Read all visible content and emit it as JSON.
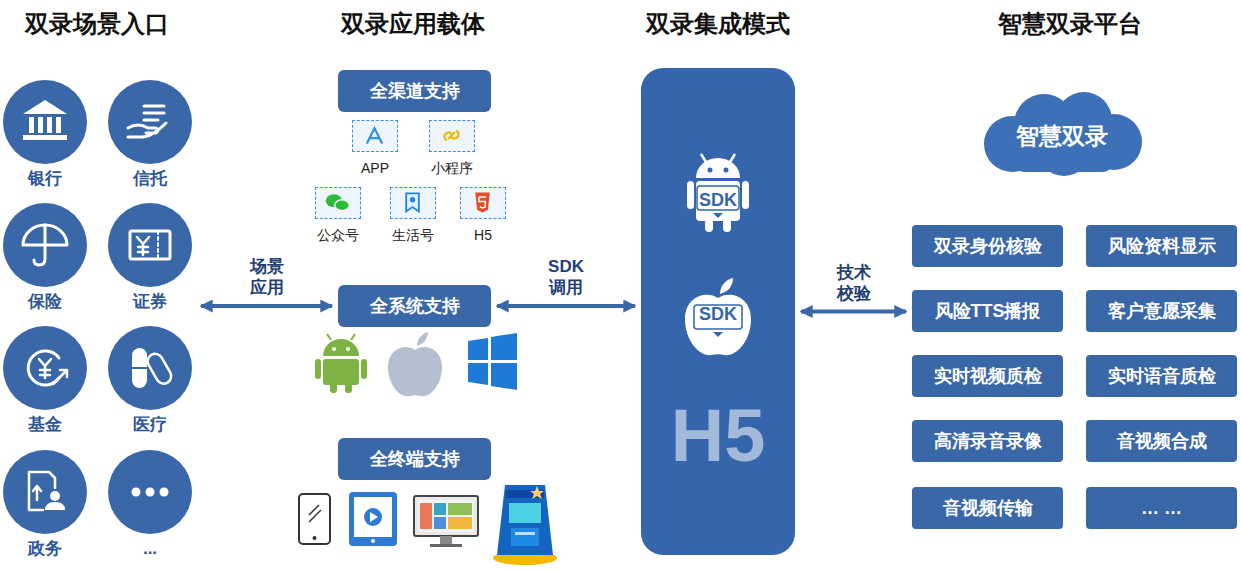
{
  "diagram": {
    "nodes": [
      {
        "text": [
          "银行"
        ]
      },
      {
        "text": [
          "信托"
        ]
      },
      {
        "text": [
          "保险"
        ]
      },
      {
        "text": [
          "证券"
        ]
      },
      {
        "text": [
          "基金"
        ]
      },
      {
        "text": [
          "医疗"
        ]
      },
      {
        "text": [
          "政务"
        ]
      },
      {
        "text": [
          "..."
        ]
      },
      {
        "text": [
          "全渠道支持"
        ]
      },
      {
        "text": [
          "APP"
        ]
      },
      {
        "text": [
          "小程序"
        ]
      },
      {
        "text": [
          "公众号"
        ]
      },
      {
        "text": [
          "生活号"
        ]
      },
      {
        "text": [
          "H5"
        ]
      },
      {
        "text": [
          "全系统支持"
        ]
      },
      {
        "text": [
          "全终端支持"
        ]
      },
      {
        "text": [
          "SDK",
          "SDK",
          "H5"
        ]
      },
      {
        "text": [
          "智慧双录"
        ]
      },
      {
        "text": [
          "双录身份核验"
        ]
      },
      {
        "text": [
          "风险资料显示"
        ]
      },
      {
        "text": [
          "风险TTS播报"
        ]
      },
      {
        "text": [
          "客户意愿采集"
        ]
      },
      {
        "text": [
          "实时视频质检"
        ]
      },
      {
        "text": [
          "实时语音质检"
        ]
      },
      {
        "text": [
          "高清录音录像"
        ]
      },
      {
        "text": [
          "音视频合成"
        ]
      },
      {
        "text": [
          "音视频传输"
        ]
      },
      {
        "text": [
          "… …"
        ]
      }
    ],
    "edges": [
      {
        "from": 3,
        "to": 14,
        "label": "场景 应用",
        "arrow": "both"
      },
      {
        "from": 14,
        "to": 16,
        "label": "SDK 调用",
        "arrow": "both"
      },
      {
        "from": 16,
        "to": 20,
        "label": "技术 校验",
        "arrow": "both"
      }
    ],
    "labels": [
      "双录场景入口",
      "双录应用载体",
      "双录集成模式",
      "智慧双录平台"
    ]
  }
}
